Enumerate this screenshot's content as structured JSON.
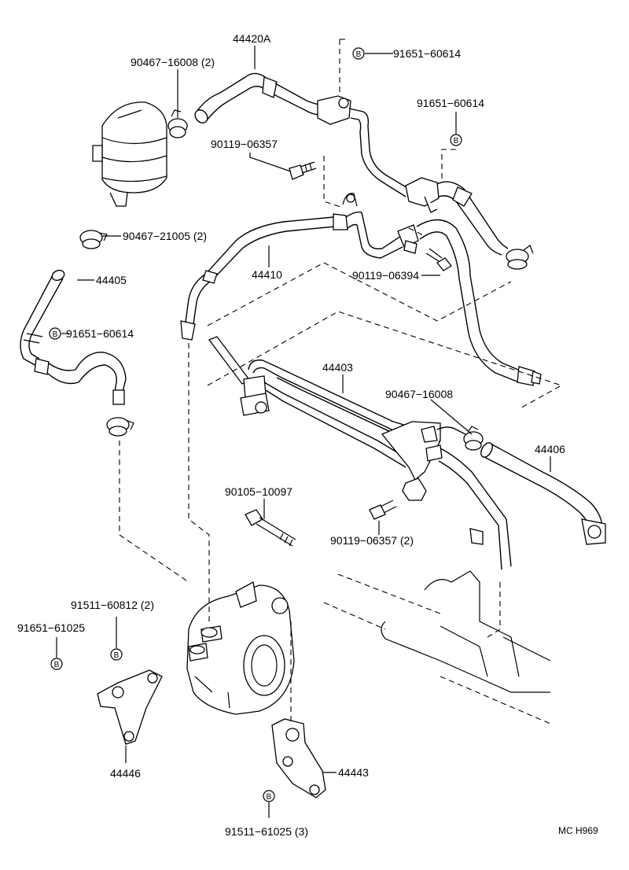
{
  "labels": {
    "p44420A": "44420A",
    "p90467_16008_2": "90467−16008 (2)",
    "p91651_60614_a": "91651−60614",
    "p91651_60614_b": "91651−60614",
    "p90119_06357": "90119−06357",
    "p90467_21005_2": "90467−21005 (2)",
    "p44410": "44410",
    "p90119_06394": "90119−06394",
    "p44405": "44405",
    "p91651_60614_c": "91651−60614",
    "p44403": "44403",
    "p90467_16008": "90467−16008",
    "p44406": "44406",
    "p90105_10097": "90105−10097",
    "p90119_06357_2": "90119−06357 (2)",
    "p91511_60812_2": "91511−60812 (2)",
    "p91651_61025": "91651−61025",
    "p44446": "44446",
    "p44443": "44443",
    "p91511_61025_3": "91511−61025 (3)"
  },
  "b_marker": "B",
  "figure_code": "MC H969"
}
